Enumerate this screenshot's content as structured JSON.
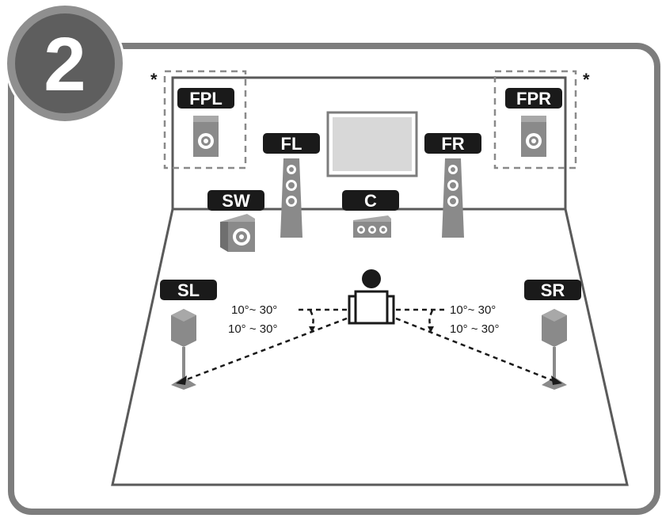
{
  "step": "2",
  "note_marker": "*",
  "speakers": {
    "FPL": "FPL",
    "FPR": "FPR",
    "FL": "FL",
    "FR": "FR",
    "C": "C",
    "SW": "SW",
    "SL": "SL",
    "SR": "SR"
  },
  "angles": {
    "left_1": "10°~ 30°",
    "left_2": "10° ~ 30°",
    "right_1": "10°~ 30°",
    "right_2": "10° ~ 30°"
  },
  "colors": {
    "frame": "#7d7d7d",
    "label_bg": "#1a1a1a",
    "speaker": "#8a8a8a",
    "room_line": "#5a5a5a"
  }
}
